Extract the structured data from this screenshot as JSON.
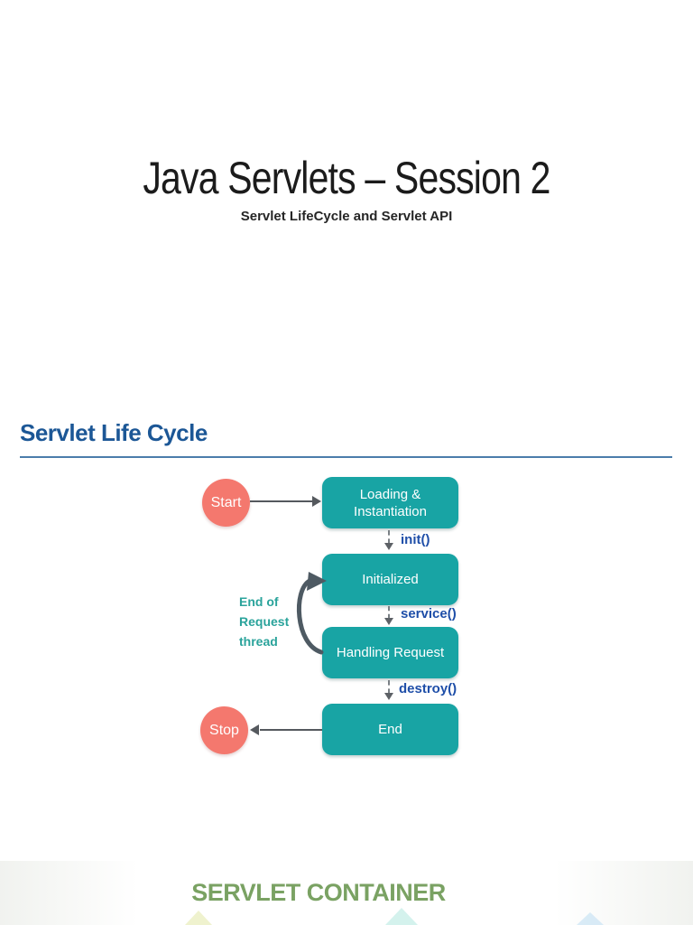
{
  "colors": {
    "box-teal": "#18a4a4",
    "node-pink": "#f4786e",
    "arrow-gray": "#55595e",
    "dashed-gray": "#7a8085",
    "method-blue": "#1e4ea8",
    "loop-teal": "#2aa39b",
    "heading-blue": "#1c5796",
    "underline-blue": "#4b7dab",
    "container-green": "#7aa263",
    "text-dark": "#1f1f1f"
  },
  "slide1": {
    "title": "Java Servlets – Session 2",
    "subtitle": "Servlet LifeCycle and Servlet API"
  },
  "slide2": {
    "heading": "Servlet Life Cycle",
    "diagram": {
      "start_label": "Start",
      "stop_label": "Stop",
      "states": [
        {
          "label": "Loading & Instantiation"
        },
        {
          "label": "Initialized"
        },
        {
          "label": "Handling Request"
        },
        {
          "label": "End"
        }
      ],
      "transitions": [
        {
          "label": "init()"
        },
        {
          "label": "service()"
        },
        {
          "label": "destroy()"
        }
      ],
      "loop_label_lines": [
        "End of",
        "Request",
        "thread"
      ]
    }
  },
  "slide3": {
    "heading": "SERVLET CONTAINER"
  }
}
